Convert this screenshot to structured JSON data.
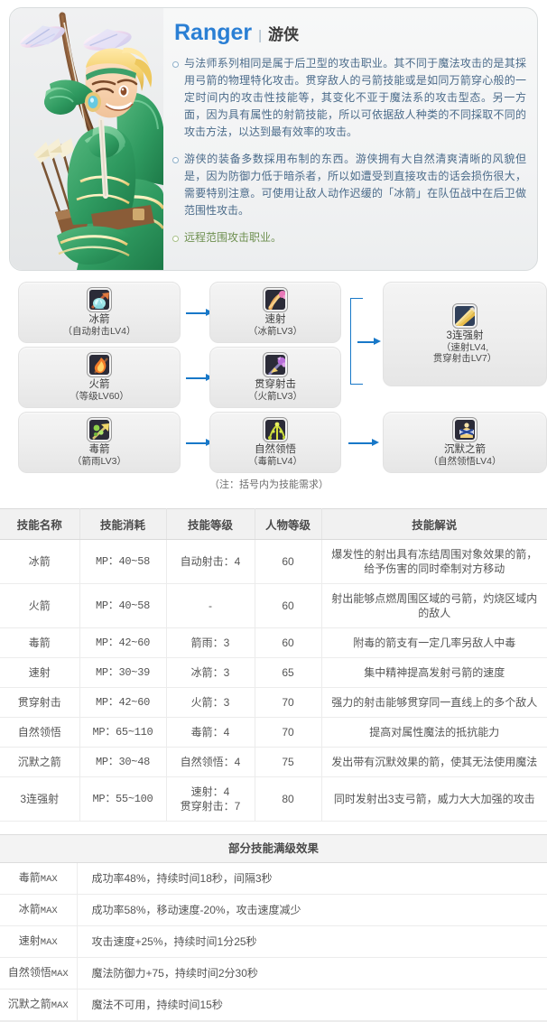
{
  "header": {
    "title_en": "Ranger",
    "separator": "|",
    "title_cn": "游侠"
  },
  "intro": {
    "bullets": [
      "与法师系列相同是属于后卫型的攻击职业。其不同于魔法攻击的是其採用弓箭的物理特化攻击。贯穿敌人的弓箭技能或是如同万箭穿心般的一定时间内的攻击性技能等，其变化不亚于魔法系的攻击型态。另一方面，因为具有属性的射箭技能，所以可依据敌人种类的不同採取不同的攻击方法，以达到最有效率的攻击。",
      "游侠的装备多数採用布制的东西。游侠拥有大自然清爽清晰的风貌但是，因为防御力低于暗杀者，所以如遭受到直接攻击的话会损伤很大，需要特别注意。可使用让敌人动作迟缓的「冰箭」在队伍战中在后卫做范围性攻击。",
      "远程范围攻击职业。"
    ]
  },
  "skill_tree": {
    "nodes": [
      {
        "id": "ice-arrow",
        "name": "冰箭",
        "req": "（自动射击LV4）",
        "icon": "ice-arrow-icon"
      },
      {
        "id": "fire-arrow",
        "name": "火箭",
        "req": "（等级LV60）",
        "icon": "fire-arrow-icon"
      },
      {
        "id": "poison-arrow",
        "name": "毒箭",
        "req": "（箭雨LV3）",
        "icon": "poison-arrow-icon"
      },
      {
        "id": "rapid-shot",
        "name": "速射",
        "req": "（冰箭LV3）",
        "icon": "rapid-shot-icon"
      },
      {
        "id": "piercing-shot",
        "name": "贯穿射击",
        "req": "（火箭LV3）",
        "icon": "piercing-shot-icon"
      },
      {
        "id": "nature-insight",
        "name": "自然领悟",
        "req": "（毒箭LV4）",
        "icon": "nature-insight-icon"
      },
      {
        "id": "triple-shot",
        "name": "3连强射",
        "req": "（速射LV4,\n贯穿射击LV7）",
        "req_line1": "（速射LV4,",
        "req_line2": "贯穿射击LV7）",
        "icon": "triple-shot-icon"
      },
      {
        "id": "silence-arrow",
        "name": "沉默之箭",
        "req": "（自然领悟LV4）",
        "icon": "silence-arrow-icon"
      }
    ],
    "note": "（注：括号内为技能需求）"
  },
  "skill_table": {
    "columns": [
      "技能名称",
      "技能消耗",
      "技能等级",
      "人物等级",
      "技能解说"
    ],
    "rows": [
      {
        "name": "冰箭",
        "mp": "MP：40~58",
        "skill_lv": "自动射击：4",
        "char_lv": "60",
        "desc": "爆发性的射出具有冻结周围对象效果的箭，给予伤害的同时牵制对方移动"
      },
      {
        "name": "火箭",
        "mp": "MP：40~58",
        "skill_lv": "-",
        "char_lv": "60",
        "desc": "射出能够点燃周围区域的弓箭，灼烧区域内的敌人"
      },
      {
        "name": "毒箭",
        "mp": "MP：42~60",
        "skill_lv": "箭雨：3",
        "char_lv": "60",
        "desc": "附毒的箭支有一定几率另敌人中毒"
      },
      {
        "name": "速射",
        "mp": "MP：30~39",
        "skill_lv": "冰箭：3",
        "char_lv": "65",
        "desc": "集中精神提高发射弓箭的速度"
      },
      {
        "name": "贯穿射击",
        "mp": "MP：42~60",
        "skill_lv": "火箭：3",
        "char_lv": "70",
        "desc": "强力的射击能够贯穿同一直线上的多个敌人"
      },
      {
        "name": "自然领悟",
        "mp": "MP：65~110",
        "skill_lv": "毒箭：4",
        "char_lv": "70",
        "desc": "提高对属性魔法的抵抗能力"
      },
      {
        "name": "沉默之箭",
        "mp": "MP：30~48",
        "skill_lv": "自然领悟：4",
        "char_lv": "75",
        "desc": "发出带有沉默效果的箭，使其无法使用魔法"
      },
      {
        "name": "3连强射",
        "mp": "MP：55~100",
        "skill_lv": "速射：4\n贯穿射击：7",
        "skill_lv_line1": "速射：4",
        "skill_lv_line2": "贯穿射击：7",
        "char_lv": "80",
        "desc": "同时发射出3支弓箭，威力大大加强的攻击"
      }
    ]
  },
  "max_table": {
    "caption": "部分技能满级效果",
    "rows": [
      {
        "key_name": "毒箭",
        "key_suffix": "MAX",
        "value": "成功率48%，持续时间18秒，间隔3秒"
      },
      {
        "key_name": "冰箭",
        "key_suffix": "MAX",
        "value": "成功率58%，移动速度-20%，攻击速度减少"
      },
      {
        "key_name": "速射",
        "key_suffix": "MAX",
        "value": "攻击速度+25%，持续时间1分25秒"
      },
      {
        "key_name": "自然领悟",
        "key_suffix": "MAX",
        "value": "魔法防御力+75，持续时间2分30秒"
      },
      {
        "key_name": "沉默之箭",
        "key_suffix": "MAX",
        "value": "魔法不可用，持续时间15秒"
      }
    ]
  },
  "colors": {
    "title_blue": "#2a7fd4",
    "bullet_text": "#4b6b8a",
    "bullet_green": "#6d8f4f",
    "arrow_blue": "#1878c8",
    "panel_bg": "#f2f3f4"
  }
}
